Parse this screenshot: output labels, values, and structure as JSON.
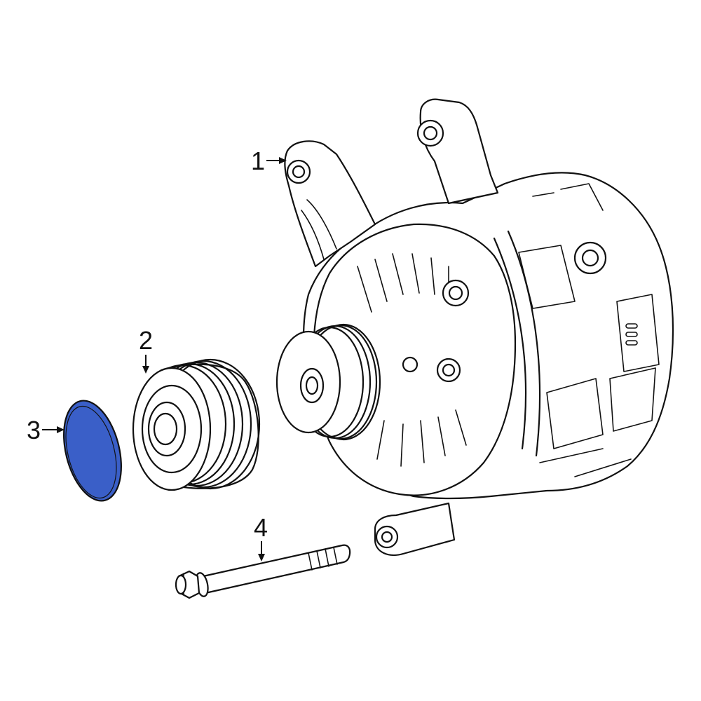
{
  "diagram": {
    "highlight_color": "#3a5fc8",
    "callouts": [
      {
        "id": "1",
        "label": "1"
      },
      {
        "id": "2",
        "label": "2"
      },
      {
        "id": "3",
        "label": "3"
      },
      {
        "id": "4",
        "label": "4"
      }
    ]
  }
}
